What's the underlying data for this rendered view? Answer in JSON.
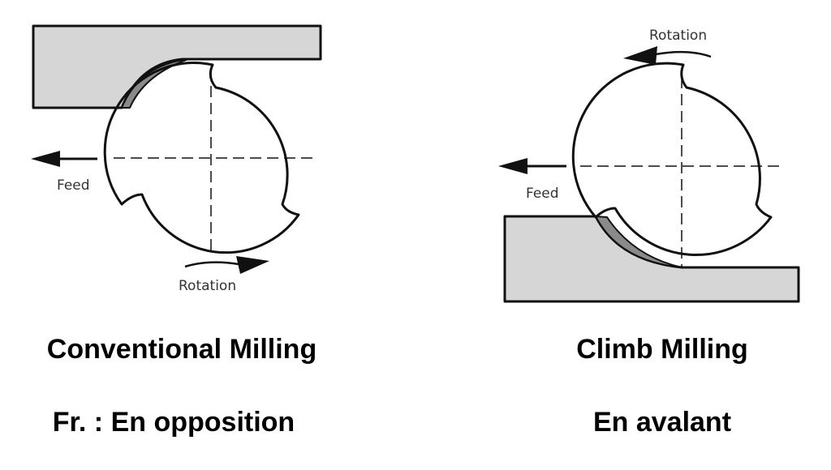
{
  "conventional": {
    "title": "Conventional Milling",
    "subtitle": "Fr. : En opposition",
    "feed_label": "Feed",
    "rotation_label": "Rotation"
  },
  "climb": {
    "title": "Climb Milling",
    "subtitle": "En avalant",
    "feed_label": "Feed",
    "rotation_label": "Rotation"
  },
  "colors": {
    "workpiece_fill": "#d6d6d6",
    "chip_fill": "#8a8a8a",
    "outline": "#111111"
  },
  "icons": {
    "feed": "arrow-left",
    "conventional_rotation": "curved-arrow-right",
    "climb_rotation": "curved-arrow-left"
  }
}
